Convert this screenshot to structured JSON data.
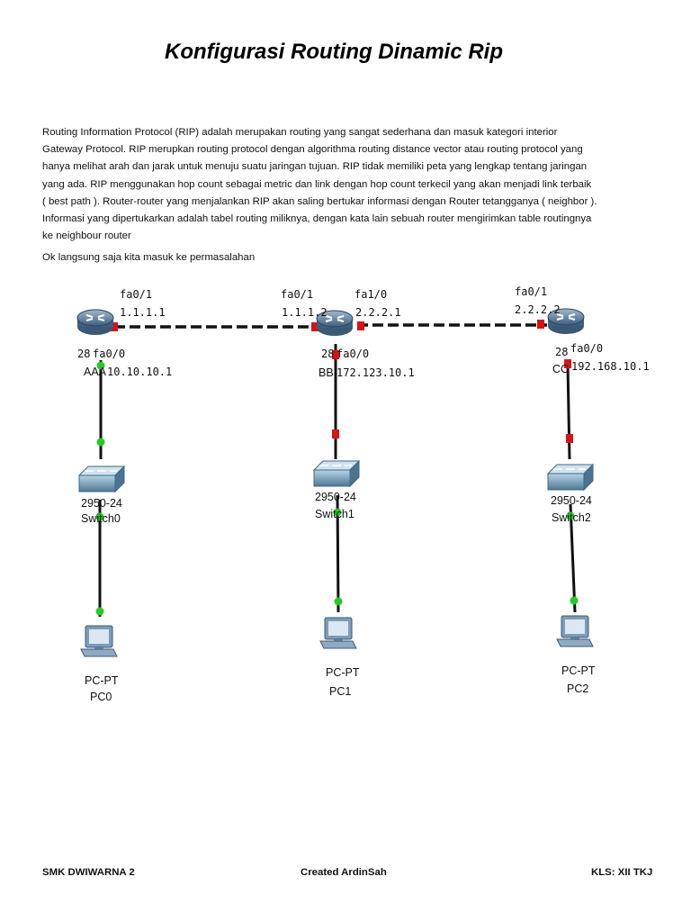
{
  "title": "Konfigurasi Routing Dinamic Rip",
  "paragraph_lines": [
    "Routing Information Protocol (RIP) adalah merupakan routing yang sangat sederhana dan masuk kategori interior",
    "Gateway Protocol. RIP merupkan routing protocol dengan algorithma routing distance vector atau routing protocol yang",
    "hanya  melihat arah dan jarak untuk menuju suatu jaringan tujuan. RIP tidak memiliki peta yang lengkap tentang jaringan",
    "yang ada. RIP menggunakan hop count sebagai metric dan link dengan hop count terkecil yang akan menjadi link terbaik",
    "( best path ). Router-router yang menjalankan RIP akan saling bertukar informasi dengan Router tetangganya ( neighbor ).",
    "Informasi yang dipertukarkan adalah tabel routing miliknya, dengan kata lain sebuah router mengirimkan table routingnya",
    "ke neighbour router"
  ],
  "intro": "Ok langsung saja kita masuk ke permasalahan",
  "diagram": {
    "routers": [
      {
        "iface_top_name": "fa0/1",
        "iface_top_ip": "1.1.1.1",
        "model_prefix": "28",
        "lan_iface": "fa0/0",
        "name_prefix": "AAA",
        "lan_ip": "10.10.10.1"
      },
      {
        "iface_left_name": "fa0/1",
        "iface_left_ip": "1.1.1.2",
        "iface_right_name": "fa1/0",
        "iface_right_ip": "2.2.2.1",
        "model_prefix": "28",
        "lan_iface": "fa0/0",
        "name_prefix": "BB",
        "lan_ip": "172.123.10.1"
      },
      {
        "iface_top_name": "fa0/1",
        "iface_top_ip": "2.2.2.2",
        "model_prefix": "28",
        "lan_iface": "fa0/0",
        "name_prefix": "CC",
        "lan_ip": "192.168.10.1"
      }
    ],
    "switches": [
      {
        "model": "2950-24",
        "name": "Switch0"
      },
      {
        "model": "2950-24",
        "name": "Switch1"
      },
      {
        "model": "2950-24",
        "name": "Switch2"
      }
    ],
    "pcs": [
      {
        "model": "PC-PT",
        "name": "PC0"
      },
      {
        "model": "PC-PT",
        "name": "PC1"
      },
      {
        "model": "PC-PT",
        "name": "PC2"
      }
    ],
    "colors": {
      "link_up": "#22cc22",
      "link_down": "#dd1111",
      "router_body": "#4f6f90",
      "switch_body": "#5f8aa8",
      "pc_body": "#6f8fae"
    }
  },
  "footer": {
    "left": "SMK DWIWARNA 2",
    "center": "Created ArdinSah",
    "right": "KLS: XII TKJ"
  }
}
